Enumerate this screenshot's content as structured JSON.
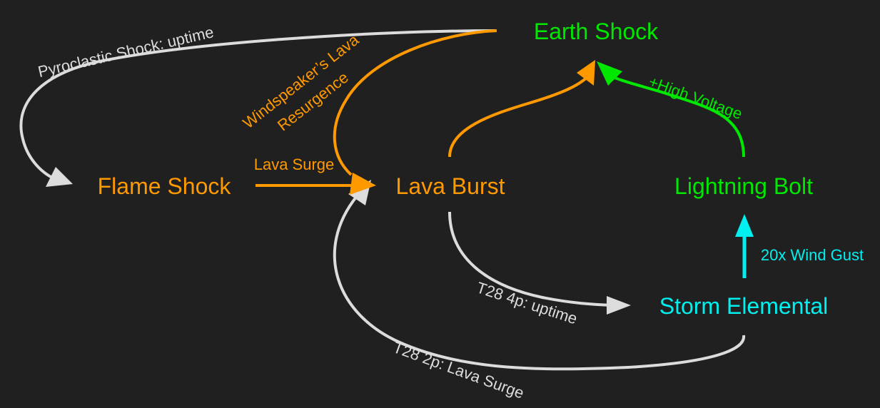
{
  "colors": {
    "background": "#202020",
    "orange": "#ff9900",
    "green": "#00e800",
    "cyan": "#00f0f0",
    "gray": "#dcdcdc"
  },
  "nodes": {
    "earth_shock": "Earth Shock",
    "flame_shock": "Flame Shock",
    "lava_burst": "Lava Burst",
    "lightning_bolt": "Lightning Bolt",
    "storm_elemental": "Storm Elemental"
  },
  "edges": {
    "pyroclastic": "Pyroclastic Shock: uptime",
    "windspeaker_line1": "Windspeaker’s Lava",
    "windspeaker_line2": "Resurgence",
    "lava_surge": "Lava Surge",
    "high_voltage": "+High Voltage",
    "wind_gust": "20x Wind Gust",
    "t28_4p": "T28 4p: uptime",
    "t28_2p": "T28 2p: Lava Surge"
  }
}
